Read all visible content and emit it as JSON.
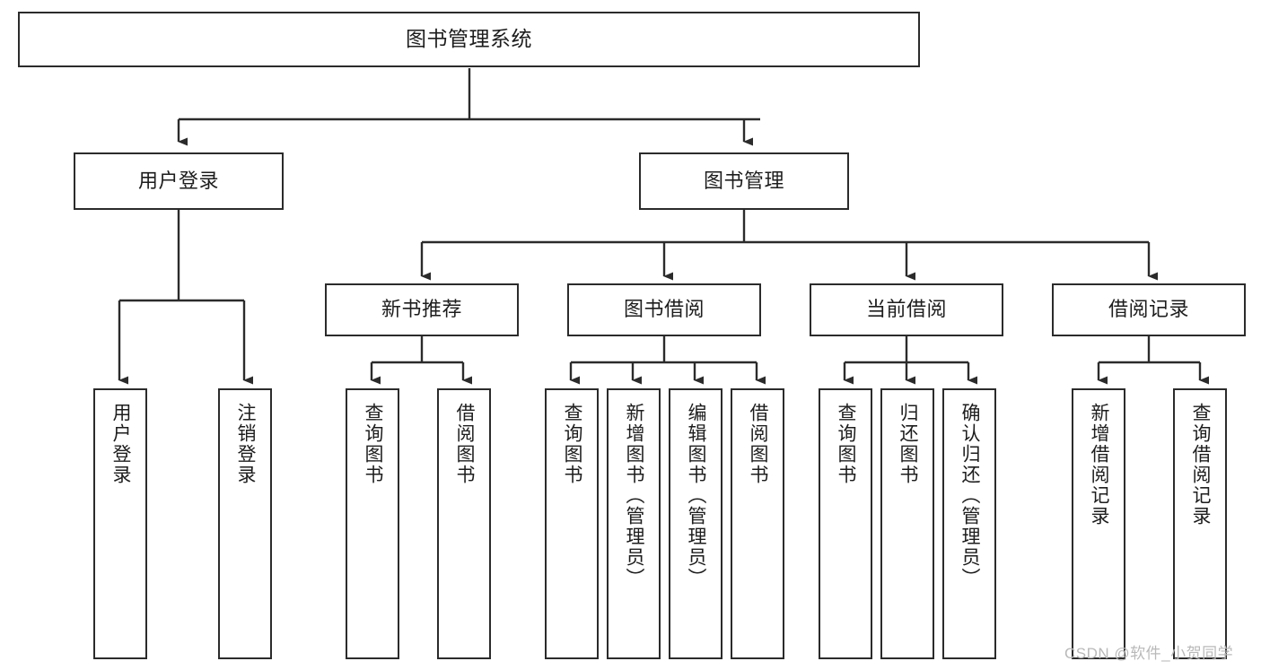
{
  "diagram": {
    "type": "tree-hierarchy",
    "title": "图书管理系统",
    "watermark": "CSDN @软件_小贺同学",
    "colors": {
      "box_border": "#2b2b2b",
      "box_fill": "#ffffff",
      "connector": "#2b2b2b",
      "text": "#1d1d1d",
      "watermark": "#b9b9b9",
      "background": "#ffffff"
    },
    "levels": {
      "root": {
        "label": "图书管理系统"
      },
      "level2": [
        {
          "label": "用户登录"
        },
        {
          "label": "图书管理"
        }
      ],
      "level3": [
        {
          "label": "新书推荐"
        },
        {
          "label": "图书借阅"
        },
        {
          "label": "当前借阅"
        },
        {
          "label": "借阅记录"
        }
      ],
      "leaves": {
        "user_login": [
          {
            "label": "用户登录"
          },
          {
            "label": "注销登录"
          }
        ],
        "new_book_recommend": [
          {
            "label": "查询图书"
          },
          {
            "label": "借阅图书"
          }
        ],
        "book_borrow": [
          {
            "label": "查询图书"
          },
          {
            "label": "新增图书（管理员）"
          },
          {
            "label": "编辑图书（管理员）"
          },
          {
            "label": "借阅图书"
          }
        ],
        "current_borrow": [
          {
            "label": "查询图书"
          },
          {
            "label": "归还图书"
          },
          {
            "label": "确认归还（管理员）"
          }
        ],
        "borrow_records": [
          {
            "label": "新增借阅记录"
          },
          {
            "label": "查询借阅记录"
          }
        ]
      }
    }
  }
}
